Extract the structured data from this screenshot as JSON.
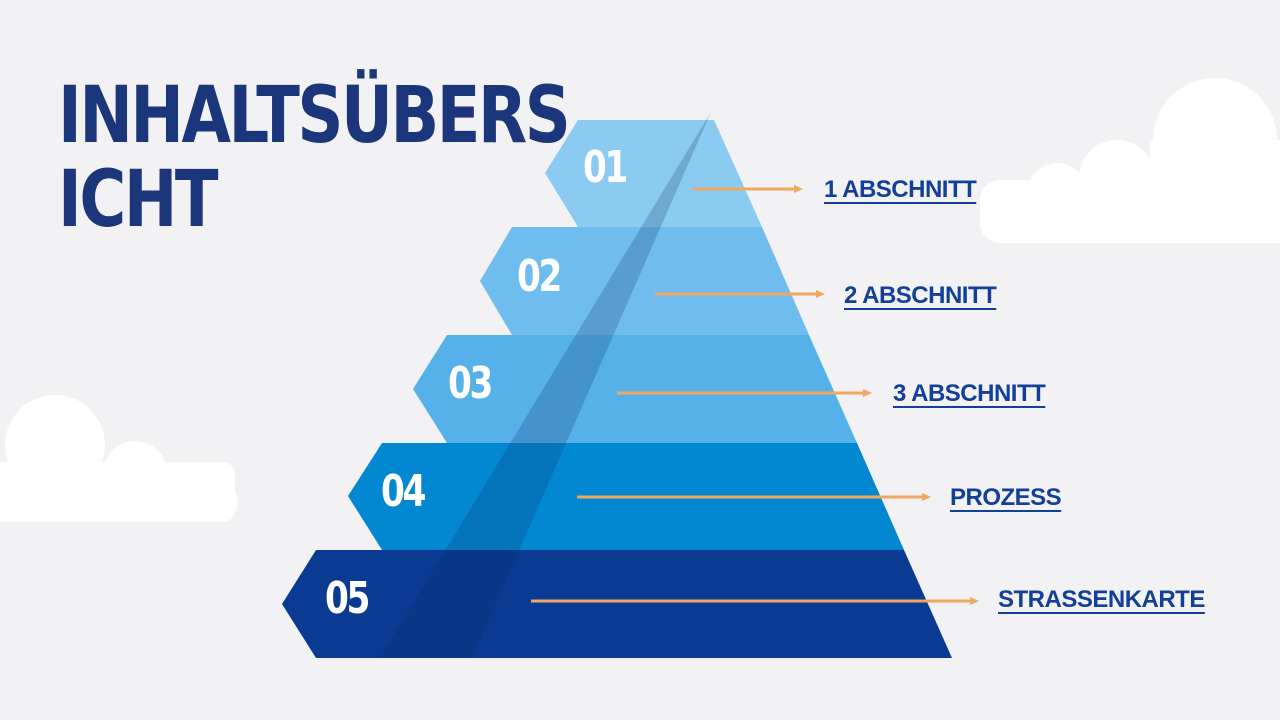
{
  "slide": {
    "title_line1": "INHALTSÜBERS",
    "title_line2": "ICHT"
  },
  "colors": {
    "background": "#f2f1f3",
    "title": "#1c367c",
    "label": "#123f98",
    "arrow": "#f0a860",
    "level1": "#8ccbf1",
    "level2": "#6fbcee",
    "level3": "#56b0ea",
    "level4": "#0288d1",
    "level5": "#0a3a91",
    "cloud": "#ffffff"
  },
  "pyramid": {
    "levels": [
      {
        "number": "01",
        "label": "1 ABSCHNITT"
      },
      {
        "number": "02",
        "label": "2 ABSCHNITT"
      },
      {
        "number": "03",
        "label": "3 ABSCHNITT"
      },
      {
        "number": "04",
        "label": "PROZESS"
      },
      {
        "number": "05",
        "label": "STRASSENKARTE"
      }
    ]
  }
}
